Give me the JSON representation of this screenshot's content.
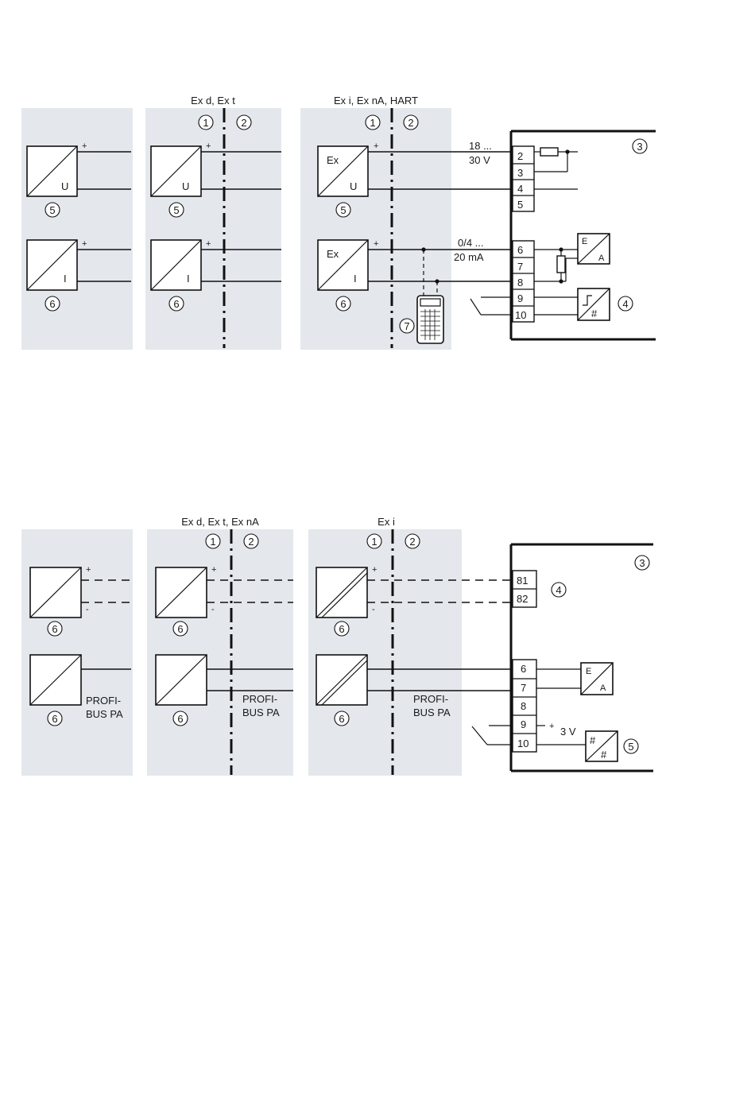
{
  "upper": {
    "zone_headers": [
      "Ex d, Ex t",
      "Ex i, Ex nA, HART"
    ],
    "callouts": [
      "1",
      "2",
      "3",
      "4",
      "5",
      "6",
      "7"
    ],
    "box_labels": {
      "ex": "Ex",
      "voltage": "U",
      "current": "I",
      "plus": "+"
    },
    "terminals": [
      "2",
      "3",
      "4",
      "5",
      "6",
      "7",
      "8",
      "9",
      "10"
    ],
    "supply_label": [
      "18 ...",
      "30 V"
    ],
    "current_label": [
      "0/4 ...",
      "20 mA"
    ],
    "converter_labels": {
      "e": "E",
      "a": "A",
      "hash": "#"
    }
  },
  "lower": {
    "zone_headers": [
      "Ex d, Ex t, Ex nA",
      "Ex i"
    ],
    "callouts": [
      "1",
      "2",
      "3",
      "4",
      "5",
      "6"
    ],
    "box_labels": {
      "plus": "+",
      "minus": "-",
      "bus": [
        "PROFI-",
        "BUS PA"
      ]
    },
    "terminals": [
      "81",
      "82",
      "6",
      "7",
      "8",
      "9",
      "10"
    ],
    "aux_label": "3 V",
    "aux_sign": "+",
    "converter_labels": {
      "e": "E",
      "a": "A",
      "hash": "#"
    }
  }
}
